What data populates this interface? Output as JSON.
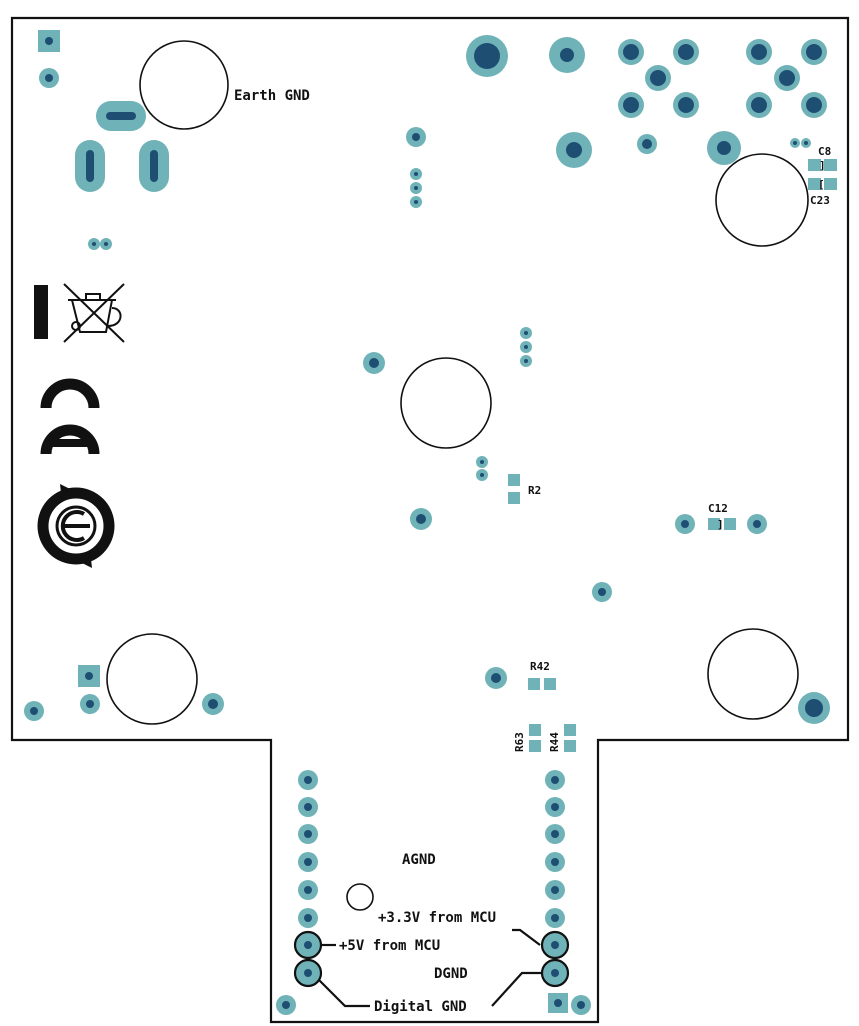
{
  "colors": {
    "pad": "#6fb3b8",
    "drill": "#1f4e73",
    "outline": "#111111",
    "background": "#ffffff"
  },
  "labels": {
    "earth_gnd": "Earth GND",
    "c8": "C8",
    "c23": "C23",
    "r2": "R2",
    "c12": "C12",
    "r42": "R42",
    "r63": "R63",
    "r44": "R44",
    "agnd": "AGND",
    "v33": "+3.3V from MCU",
    "v5": "+5V from MCU",
    "dgnd": "DGND",
    "digital_gnd": "Digital GND"
  },
  "icons": [
    "weee-crossed-bin-icon",
    "ce-mark-icon",
    "recycling-e-icon"
  ]
}
